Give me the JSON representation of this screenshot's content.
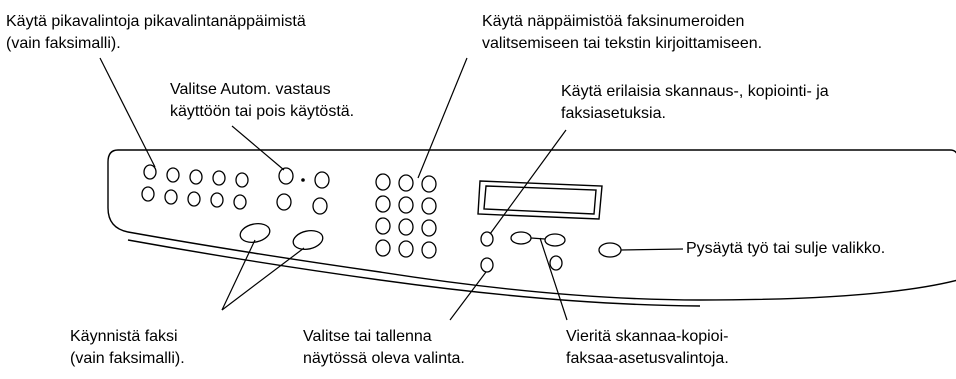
{
  "callouts": {
    "speed_dial": {
      "line1": "Käytä pikavalintoja pikavalintanäppäimistä",
      "line2": "(vain faksimalli)."
    },
    "keypad": {
      "line1": "Käytä näppäimistöä faksinumeroiden",
      "line2": "valitsemiseen tai tekstin kirjoittamiseen."
    },
    "auto_answer": {
      "line1": "Valitse Autom. vastaus",
      "line2": "käyttöön tai pois käytöstä."
    },
    "settings": {
      "line1": "Käytä erilaisia skannaus-, kopiointi- ja",
      "line2": "faksiasetuksia."
    },
    "stop": {
      "line1": "Pysäytä työ tai sulje valikko."
    },
    "start_fax": {
      "line1": "Käynnistä faksi",
      "line2": "(vain faksimalli)."
    },
    "select_save": {
      "line1": "Valitse tai tallenna",
      "line2": "näytössä oleva valinta."
    },
    "scroll": {
      "line1": "Vieritä skannaa-kopioi-",
      "line2": "faksaa-asetusvalintoja."
    }
  }
}
